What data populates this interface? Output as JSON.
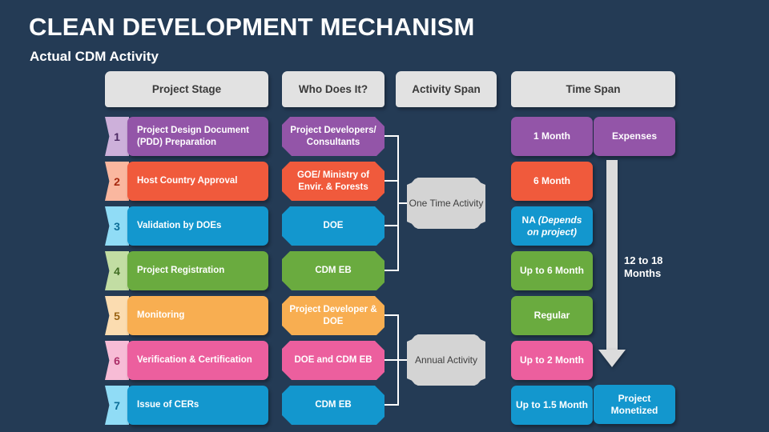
{
  "slide": {
    "title": "CLEAN DEVELOPMENT MECHANISM",
    "subtitle": "Actual CDM Activity",
    "background_color": "#243b55"
  },
  "headers": [
    {
      "label": "Project Stage"
    },
    {
      "label": "Who Does It?"
    },
    {
      "label": "Activity Span"
    },
    {
      "label": "Time Span"
    }
  ],
  "palette": {
    "purple": "#9355a8",
    "purple_tint": "#cdb0da",
    "purple_num": "#4c2a63",
    "orange_red": "#f05a3c",
    "orange_red_tint": "#fab79f",
    "orange_red_num": "#a7290f",
    "blue": "#1397ce",
    "blue_tint": "#90dcf6",
    "blue_num": "#0d6d97",
    "green": "#6aab3f",
    "green_tint": "#c2dda3",
    "green_num": "#3f6b22",
    "amber": "#f8ae51",
    "amber_tint": "#fbdcb0",
    "amber_num": "#9a6311",
    "pink": "#ec5f9e",
    "pink_tint": "#f7bcd6",
    "pink_num": "#ab2d68",
    "grey": "#d4d4d4",
    "header_grey": "#e2e2e2",
    "arrow_grey": "#dcdcdc",
    "white": "#ffffff"
  },
  "stages": [
    {
      "number": "1",
      "label": "Project Design Document (PDD) Preparation",
      "color_key": "purple"
    },
    {
      "number": "2",
      "label": "Host Country Approval",
      "color_key": "orange_red"
    },
    {
      "number": "3",
      "label": "Validation by DOEs",
      "color_key": "blue"
    },
    {
      "number": "4",
      "label": "Project Registration",
      "color_key": "green"
    },
    {
      "number": "5",
      "label": "Monitoring",
      "color_key": "amber"
    },
    {
      "number": "6",
      "label": "Verification & Certification",
      "color_key": "pink"
    },
    {
      "number": "7",
      "label": "Issue of CERs",
      "color_key": "blue"
    }
  ],
  "who_does_it": [
    {
      "label": "Project Developers/ Consultants",
      "color_key": "purple"
    },
    {
      "label": "GOE/ Ministry of Envir. & Forests",
      "color_key": "orange_red"
    },
    {
      "label": "DOE",
      "color_key": "blue"
    },
    {
      "label": "CDM EB",
      "color_key": "green"
    },
    {
      "label": "Project Developer & DOE",
      "color_key": "amber"
    },
    {
      "label": "DOE and CDM EB",
      "color_key": "pink"
    },
    {
      "label": "CDM EB",
      "color_key": "blue"
    }
  ],
  "activity_span": [
    {
      "label": "One Time Activity",
      "covers_rows": "1-4"
    },
    {
      "label": "Annual Activity",
      "covers_rows": "5-7"
    }
  ],
  "time_span": [
    {
      "label": "1 Month",
      "color_key": "purple"
    },
    {
      "label": "6 Month",
      "color_key": "orange_red"
    },
    {
      "label_main": "NA ",
      "label_italic": "(Depends on project)",
      "color_key": "blue"
    },
    {
      "label": "Up to 6 Month",
      "color_key": "green"
    },
    {
      "label": "Regular",
      "color_key": "green"
    },
    {
      "label": "Up to 2 Month",
      "color_key": "pink"
    },
    {
      "label": "Up to 1.5 Month",
      "color_key": "blue"
    }
  ],
  "outcome": {
    "top_label": "Expenses",
    "top_color_key": "purple",
    "bottom_label": "Project Monetized",
    "bottom_color_key": "blue",
    "arrow_caption": "12 to 18 Months"
  }
}
